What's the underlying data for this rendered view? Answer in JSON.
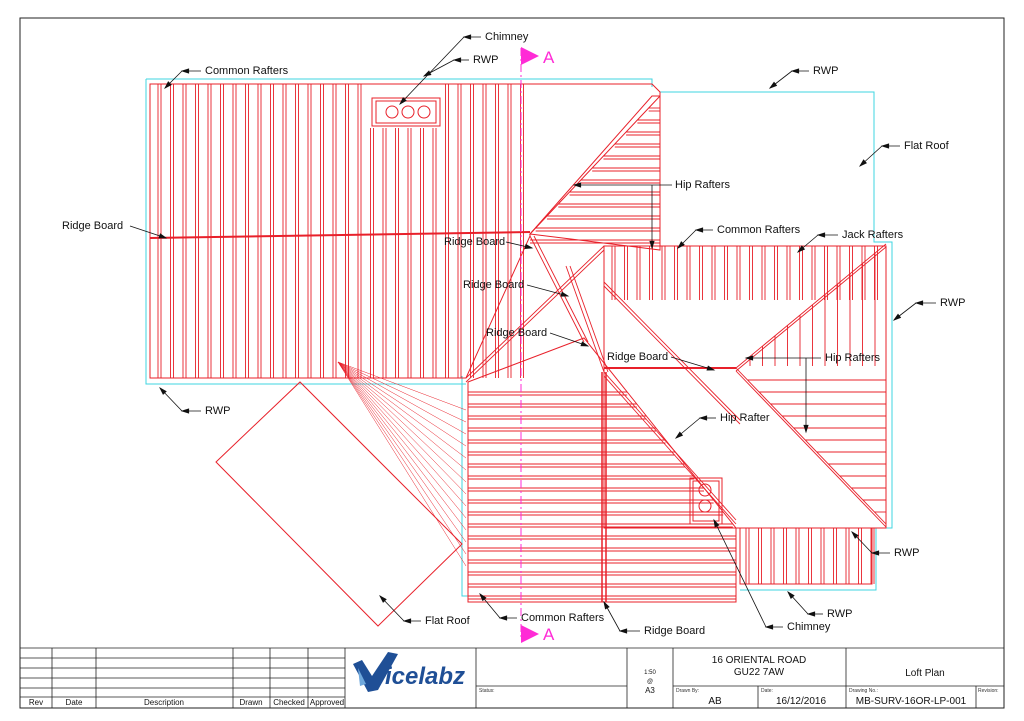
{
  "labels": {
    "chimney_top": "Chimney",
    "rwp_top": "RWP",
    "common_rafters_tl": "Common Rafters",
    "rwp_tr": "RWP",
    "flat_roof_right": "Flat Roof",
    "hip_rafters_upper": "Hip Rafters",
    "ridge_board_left": "Ridge Board",
    "ridge_board_1": "Ridge Board",
    "ridge_board_2": "Ridge Board",
    "ridge_board_3": "Ridge Board",
    "common_rafters_mid": "Common Rafters",
    "jack_rafters": "Jack Rafters",
    "rwp_right": "RWP",
    "ridge_board_right": "Ridge Board",
    "hip_rafters_right": "Hip Rafters",
    "hip_rafter": "Hip Rafter",
    "rwp_left": "RWP",
    "rwp_lower_right": "RWP",
    "rwp_bottom_right": "RWP",
    "flat_roof_bottom": "Flat Roof",
    "common_rafters_bottom": "Common Rafters",
    "ridge_board_bottom": "Ridge Board",
    "chimney_bottom": "Chimney"
  },
  "section_marker": "A",
  "title_block": {
    "columns": [
      "Rev",
      "Date",
      "Description",
      "Drawn",
      "Checked",
      "Approved"
    ],
    "logo": "icelabz",
    "status_label": "Status:",
    "scale": "1:50",
    "at": "@",
    "paper": "A3",
    "address_line1": "16 ORIENTAL ROAD",
    "address_line2": "GU22 7AW",
    "title": "Loft Plan",
    "drawn_by_label": "Drawn By:",
    "drawn_by": "AB",
    "date_label": "Date:",
    "date": "16/12/2016",
    "drawing_no_label": "Drawing No.:",
    "drawing_no": "MB-SURV-16OR-LP-001",
    "revision_label": "Revision:"
  },
  "colors": {
    "rafter": "#e8202a",
    "wall_outline": "#3fd6e0",
    "section_line": "#ff2bd6",
    "leader": "#111111",
    "logo_blue": "#1f4f96"
  }
}
